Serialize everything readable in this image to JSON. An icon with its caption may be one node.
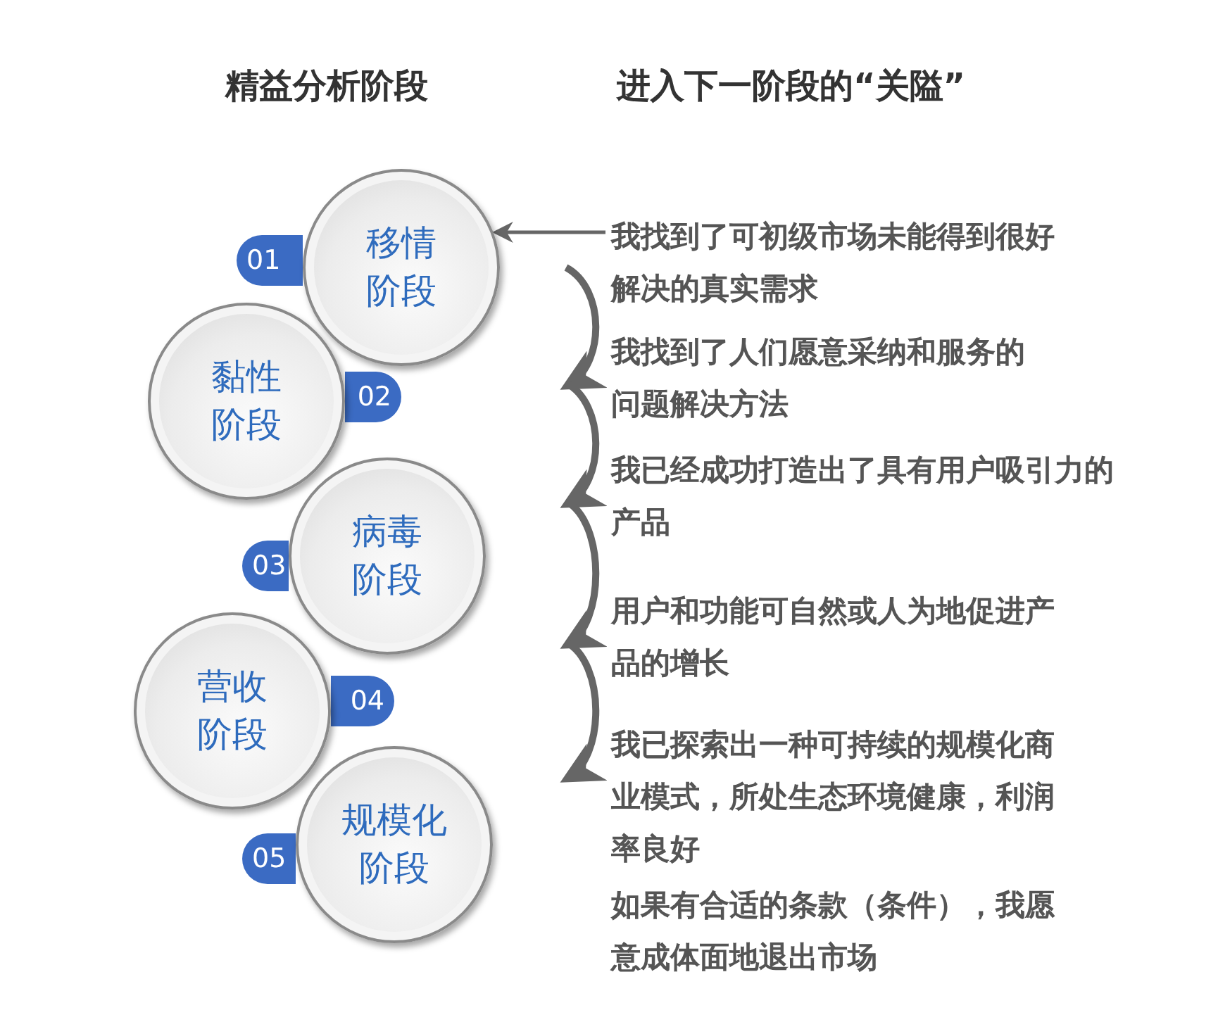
{
  "diagram": {
    "nodes": [
      {
        "text": [
          "移情阶段"
        ]
      },
      {
        "text": [
          "黏性阶段"
        ]
      },
      {
        "text": [
          "病毒阶段"
        ]
      },
      {
        "text": [
          "营收阶段"
        ]
      },
      {
        "text": [
          "规模化阶段"
        ]
      },
      {
        "text": [
          "01"
        ]
      },
      {
        "text": [
          "02"
        ]
      },
      {
        "text": [
          "03"
        ]
      },
      {
        "text": [
          "04"
        ]
      },
      {
        "text": [
          "05"
        ]
      },
      {
        "text": [
          "我找到了可初级市场未能得到很好解决的真实需求"
        ]
      },
      {
        "text": [
          "我找到了人们愿意采纳和服务的问题解决方法"
        ]
      },
      {
        "text": [
          "我已经成功打造出了具有用户吸引力的产品"
        ]
      },
      {
        "text": [
          "用户和功能可自然或人为地促进产品的增长"
        ]
      },
      {
        "text": [
          "我已探索出一种可持续的规模化商业模式，所处生态环境健康，利润率良好"
        ]
      },
      {
        "text": [
          "如果有合适的条款（条件），我愿意成体面地退出市场"
        ]
      }
    ],
    "edges": [
      {
        "from": 10,
        "to": 0,
        "arrow": "to"
      },
      {
        "from": 10,
        "to": 11,
        "arrow": "to"
      },
      {
        "from": 11,
        "to": 12,
        "arrow": "to"
      },
      {
        "from": 12,
        "to": 13,
        "arrow": "to"
      },
      {
        "from": 13,
        "to": 14,
        "arrow": "to"
      }
    ],
    "labels": [
      "精益分析阶段",
      "进入下一阶段的“关隘”"
    ]
  }
}
